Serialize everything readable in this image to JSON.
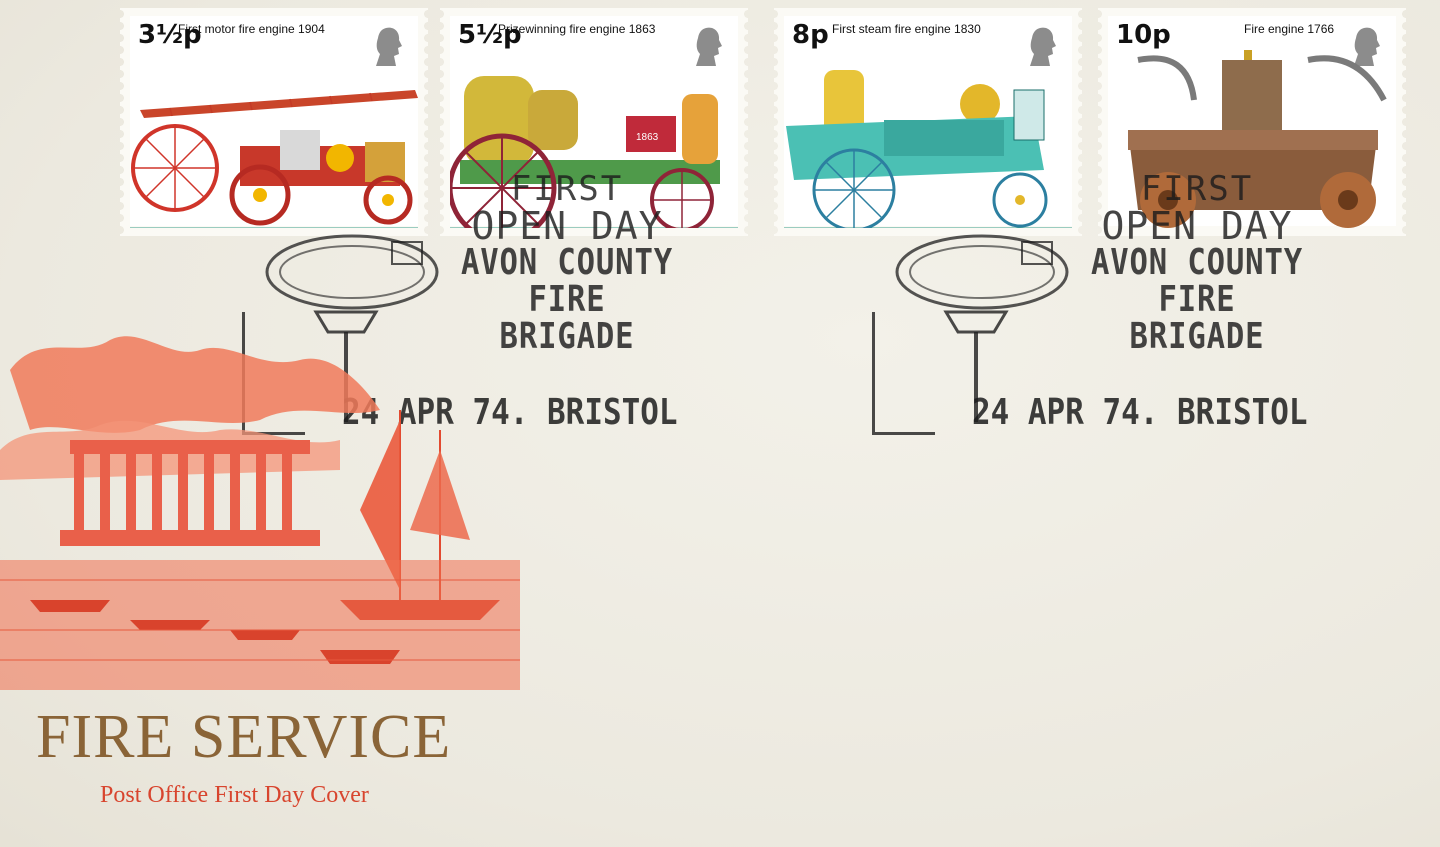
{
  "stamps": [
    {
      "value": "3½p",
      "caption": "First motor fire engine 1904"
    },
    {
      "value": "5½p",
      "caption": "Prizewinning fire engine 1863",
      "plate": "1863"
    },
    {
      "value": "8p",
      "caption": "First steam fire engine 1830"
    },
    {
      "value": "10p",
      "caption": "Fire engine 1766"
    }
  ],
  "postmark": {
    "line1": "FIRST",
    "line2": "OPEN DAY",
    "line3": "AVON COUNTY",
    "line4": "FIRE BRIGADE",
    "date": "24 APR 74.  BRISTOL"
  },
  "cover": {
    "title": "FIRE SERVICE",
    "subtitle": "Post Office First Day Cover"
  },
  "colors": {
    "background": "#efece2",
    "title": "#8a6437",
    "subtitle": "#d8452e",
    "illustration": "#e8553a",
    "ink": "#1c1c1c"
  },
  "icons": [
    "queen-head-icon",
    "fireman-belt-icon",
    "fire-axe-icon"
  ]
}
